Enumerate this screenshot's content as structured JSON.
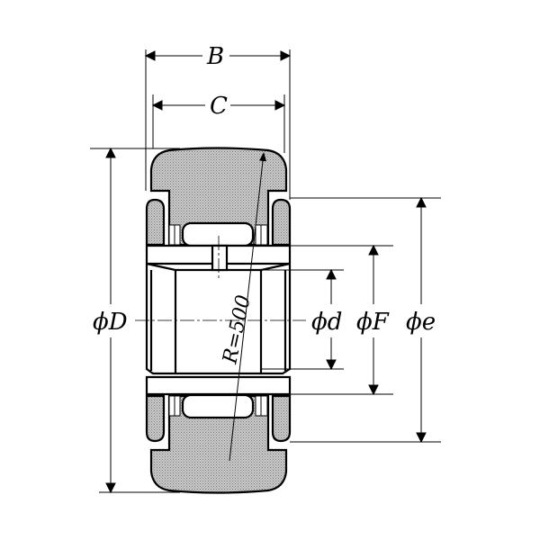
{
  "diagram": {
    "title": "Cam follower / track roller bearing cross-section",
    "labels": {
      "B": "B",
      "C": "C",
      "D": "ϕD",
      "d": "ϕd",
      "F": "ϕF",
      "e": "ϕe",
      "R": "R=500"
    },
    "colors": {
      "hatch": "#b5b5b5",
      "line": "#000000"
    }
  }
}
